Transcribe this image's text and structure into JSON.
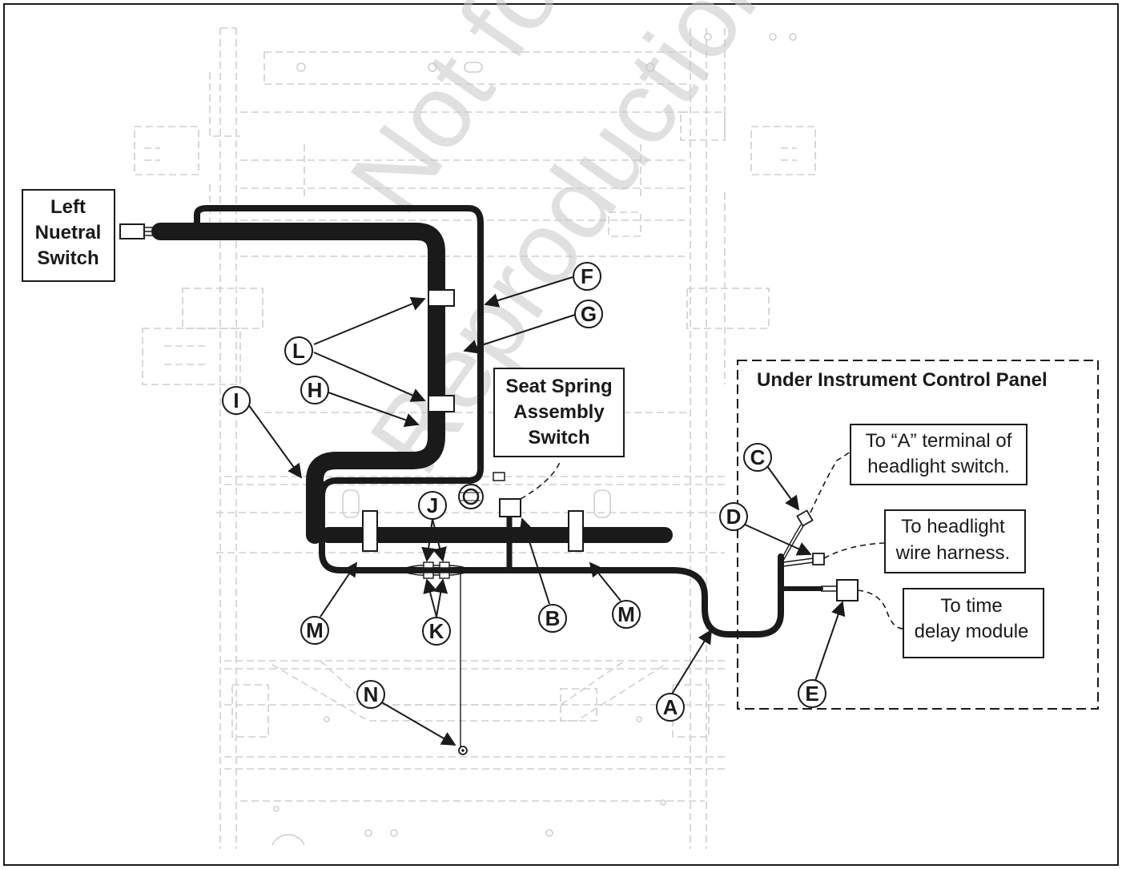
{
  "labels": {
    "left_switch": [
      "Left",
      "Nuetral",
      "Switch"
    ],
    "seat_switch": [
      "Seat Spring",
      "Assembly",
      "Switch"
    ],
    "panel_title": "Under Instrument Control Panel",
    "headlight_switch": [
      "To “A” terminal of",
      "headlight switch."
    ],
    "headlight_harness": [
      "To headlight",
      "wire harness."
    ],
    "time_delay": [
      "To time",
      "delay module"
    ]
  },
  "callouts": {
    "A": "A",
    "B": "B",
    "C": "C",
    "D": "D",
    "E": "E",
    "F": "F",
    "G": "G",
    "H": "H",
    "I": "I",
    "J": "J",
    "K": "K",
    "L": "L",
    "M1": "M",
    "M2": "M",
    "N": "N"
  },
  "watermark": [
    "Not for",
    "Reproduction"
  ]
}
